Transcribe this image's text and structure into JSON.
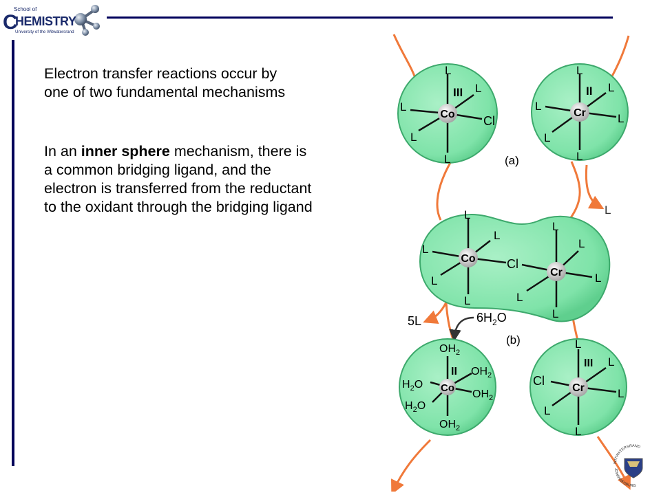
{
  "logo": {
    "school_of": "School of",
    "chemistry": "HEMISTRY",
    "chem_initial": "C",
    "university": "University of the Witwatersrand"
  },
  "para1": {
    "line1": "Electron transfer reactions occur by",
    "line2": "one of two fundamental mechanisms"
  },
  "para2": {
    "line1_pre": "In an ",
    "line1_bold": "inner sphere",
    "line1_post": " mechanism, there is",
    "line2": "a common bridging ligand, and the",
    "line3": "electron is transferred from the reductant",
    "line4": "to the oxidant through the bridging ligand"
  },
  "diagram": {
    "L": "L",
    "Cl": "Cl",
    "Co": "Co",
    "Cr": "Cr",
    "ox_III": "III",
    "ox_II": "II",
    "label_a": "(a)",
    "label_b": "(b)",
    "five_L": "5L",
    "six_h2o_pre": "6H",
    "six_h2o_sub": "2",
    "six_h2o_post": "O",
    "oh": "OH",
    "h": "H",
    "sub2": "2",
    "o": "O"
  },
  "crest": {
    "top_text": "WITWATERSRAND",
    "bottom_text": "JOHANNESBURG"
  },
  "colors": {
    "accent": "#00005a",
    "sphere": "#7fe3a9",
    "arrow": "#f0793a"
  }
}
